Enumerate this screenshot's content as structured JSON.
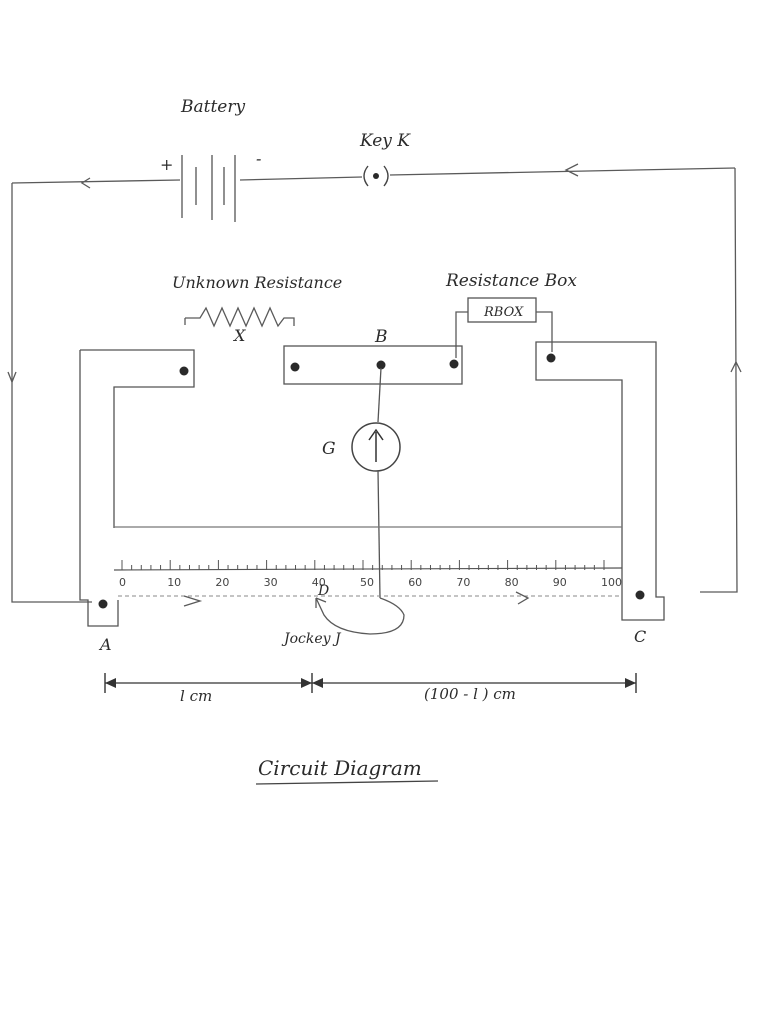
{
  "labels": {
    "battery": "Battery",
    "battery_plus": "+",
    "battery_minus": "-",
    "key": "Key K",
    "unknown_resistance": "Unknown Resistance",
    "x": "X",
    "resistance_box": "Resistance Box",
    "rbox": "RBOX",
    "b": "B",
    "g": "G",
    "a": "A",
    "c": "C",
    "d": "D",
    "jockey": "Jockey J",
    "l_cm": "l cm",
    "hundred_minus_l": "(100 - l ) cm",
    "title": "Circuit Diagram"
  },
  "scale": {
    "ticks": [
      "0",
      "10",
      "20",
      "30",
      "40",
      "50",
      "60",
      "70",
      "80",
      "90",
      "100"
    ]
  }
}
